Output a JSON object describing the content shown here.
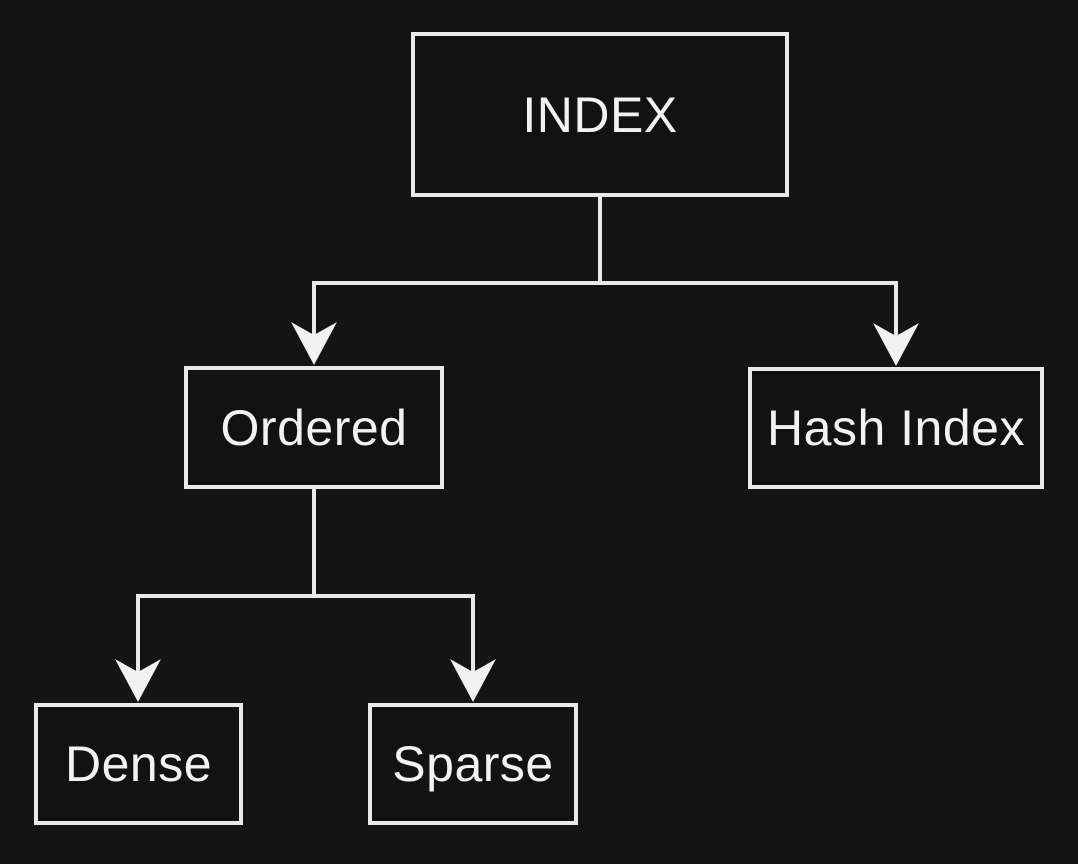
{
  "diagram": {
    "type": "tree",
    "nodes": [
      {
        "id": "index",
        "label": "INDEX"
      },
      {
        "id": "ordered",
        "label": "Ordered"
      },
      {
        "id": "hash-index",
        "label": "Hash Index"
      },
      {
        "id": "dense",
        "label": "Dense"
      },
      {
        "id": "sparse",
        "label": "Sparse"
      }
    ],
    "edges": [
      {
        "from": "index",
        "to": "ordered",
        "arrow": "target"
      },
      {
        "from": "index",
        "to": "hash-index",
        "arrow": "target"
      },
      {
        "from": "ordered",
        "to": "dense",
        "arrow": "target"
      },
      {
        "from": "ordered",
        "to": "sparse",
        "arrow": "target"
      }
    ]
  },
  "theme": {
    "bg": "#141414",
    "node-fill": "#121212",
    "line": "#e9e9e9",
    "text": "#f2f2f2",
    "arrow": "#f2f2f2"
  }
}
